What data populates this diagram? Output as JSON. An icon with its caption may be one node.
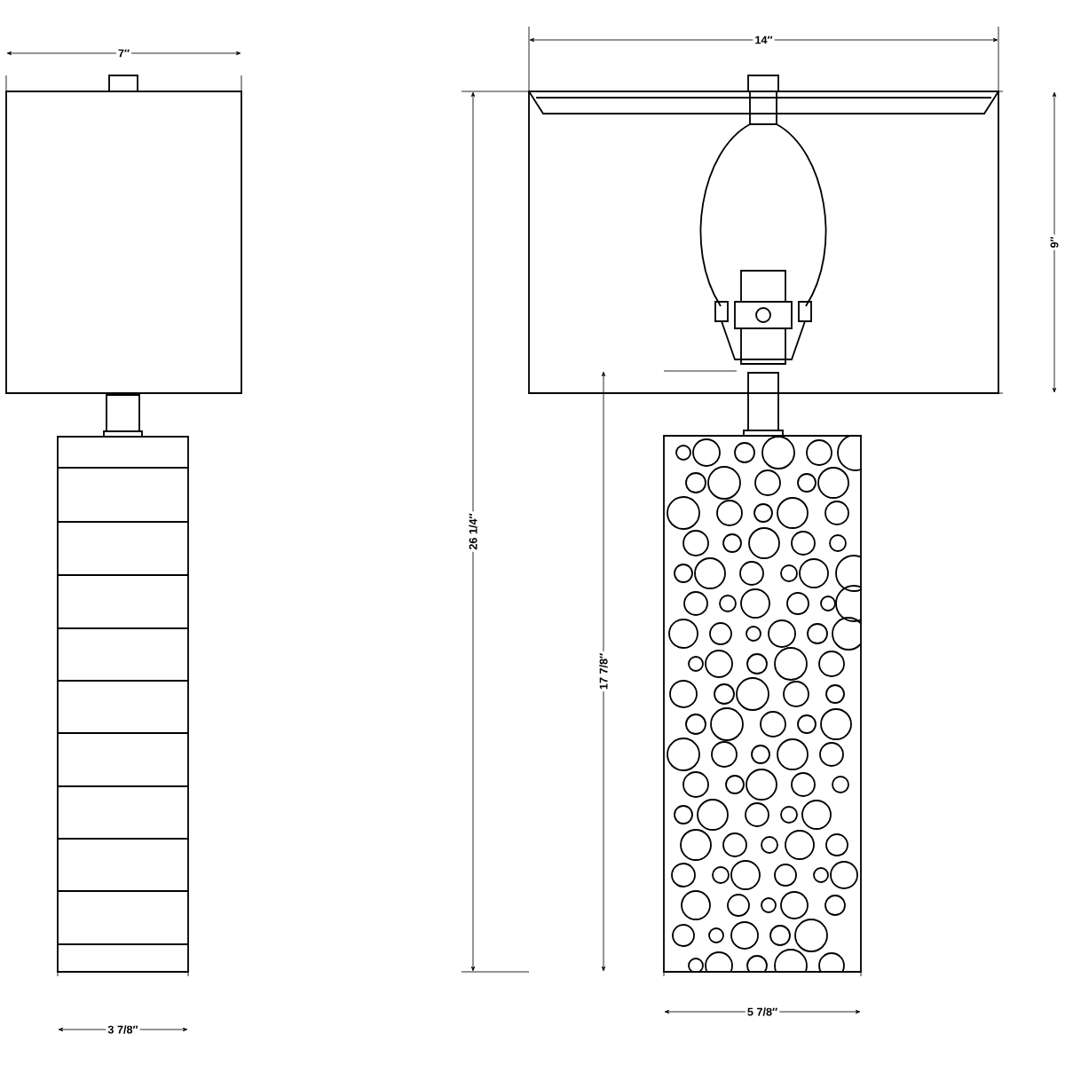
{
  "diagram": {
    "labels": [
      "7″",
      "14″",
      "9″",
      "26 1/4″",
      "17 7/8″",
      "3 7/8″",
      "5 7/8″"
    ]
  }
}
